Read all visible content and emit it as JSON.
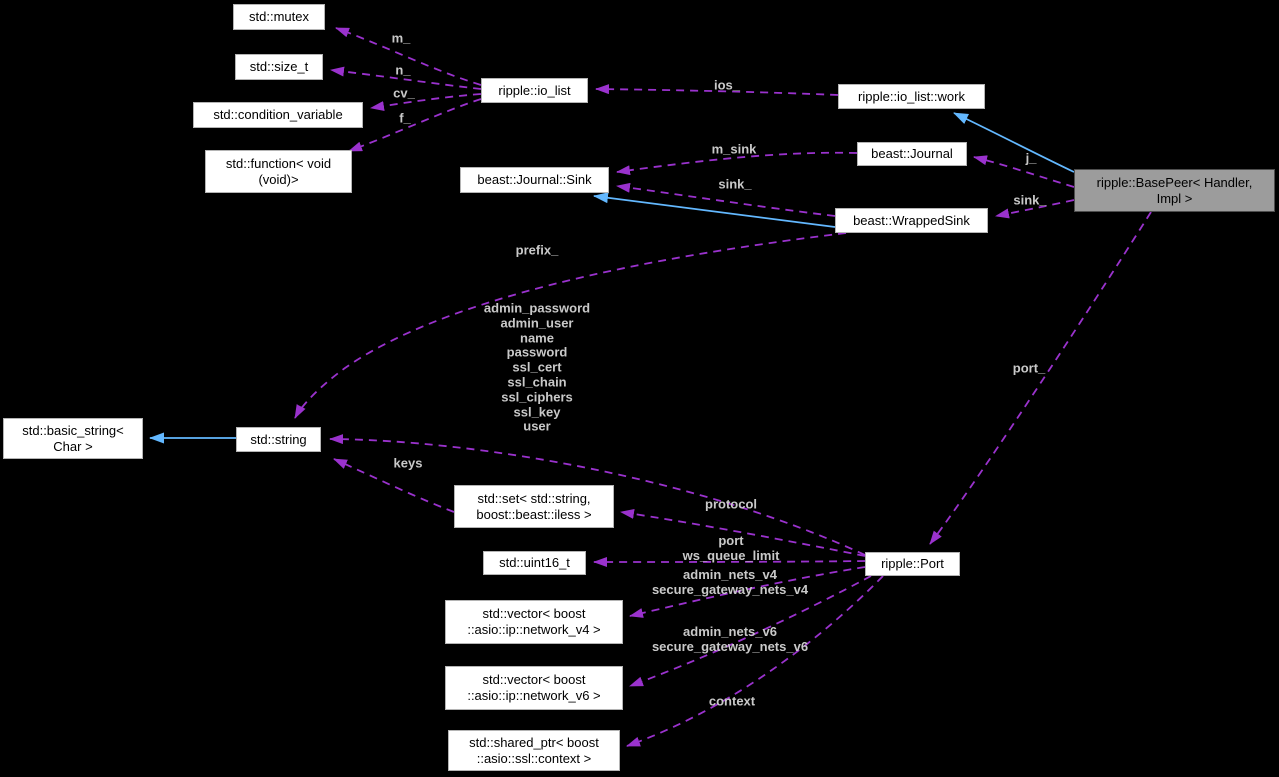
{
  "diagram": {
    "type": "doxygen-collaboration-graph",
    "focus_class": "ripple::BasePeer< Handler, Impl >"
  },
  "colors": {
    "background": "#000000",
    "usage_edge": "#9a32cd",
    "inheritance_edge": "#63b8ff",
    "node_bg": "#ffffff",
    "node_border": "#b4b4b4",
    "node_text": "#000000",
    "highlight_node_bg": "#9c9c9c",
    "edge_label_text": "#c9c9c9"
  },
  "nodes": {
    "mutex": {
      "label": "std::mutex"
    },
    "size_t": {
      "label": "std::size_t"
    },
    "condition_variable": {
      "label": "std::condition_variable"
    },
    "function_void": {
      "label": "std::function< void\n(void)>"
    },
    "io_list": {
      "label": "ripple::io_list"
    },
    "io_list_work": {
      "label": "ripple::io_list::work"
    },
    "journal": {
      "label": "beast::Journal"
    },
    "journal_sink": {
      "label": "beast::Journal::Sink"
    },
    "wrapped_sink": {
      "label": "beast::WrappedSink"
    },
    "base_peer": {
      "label": "ripple::BasePeer< Handler,\nImpl >"
    },
    "basic_string": {
      "label": "std::basic_string<\nChar >"
    },
    "string": {
      "label": "std::string"
    },
    "set_iless": {
      "label": "std::set< std::string,\nboost::beast::iless >"
    },
    "uint16": {
      "label": "std::uint16_t"
    },
    "vector_v4": {
      "label": "std::vector< boost\n::asio::ip::network_v4 >"
    },
    "vector_v6": {
      "label": "std::vector< boost\n::asio::ip::network_v6 >"
    },
    "shared_ptr_ctx": {
      "label": "std::shared_ptr< boost\n::asio::ssl::context >"
    },
    "port": {
      "label": "ripple::Port"
    }
  },
  "edge_labels": {
    "m": "m_",
    "n": "n_",
    "cv": "cv_",
    "f": "f_",
    "ios": "ios_",
    "m_sink": "m_sink",
    "sink_to_journal_sink": "sink_",
    "j": "j_",
    "sink_to_wrapped": "sink_",
    "prefix": "prefix_",
    "string_members": "admin_password\nadmin_user\nname\npassword\nssl_cert\nssl_chain\nssl_ciphers\nssl_key\nuser",
    "port_member": "port_",
    "keys": "keys",
    "protocol": "protocol",
    "port_ws": "port\nws_queue_limit",
    "nets_v4": "admin_nets_v4\nsecure_gateway_nets_v4",
    "nets_v6": "admin_nets_v6\nsecure_gateway_nets_v6",
    "context": "context"
  }
}
